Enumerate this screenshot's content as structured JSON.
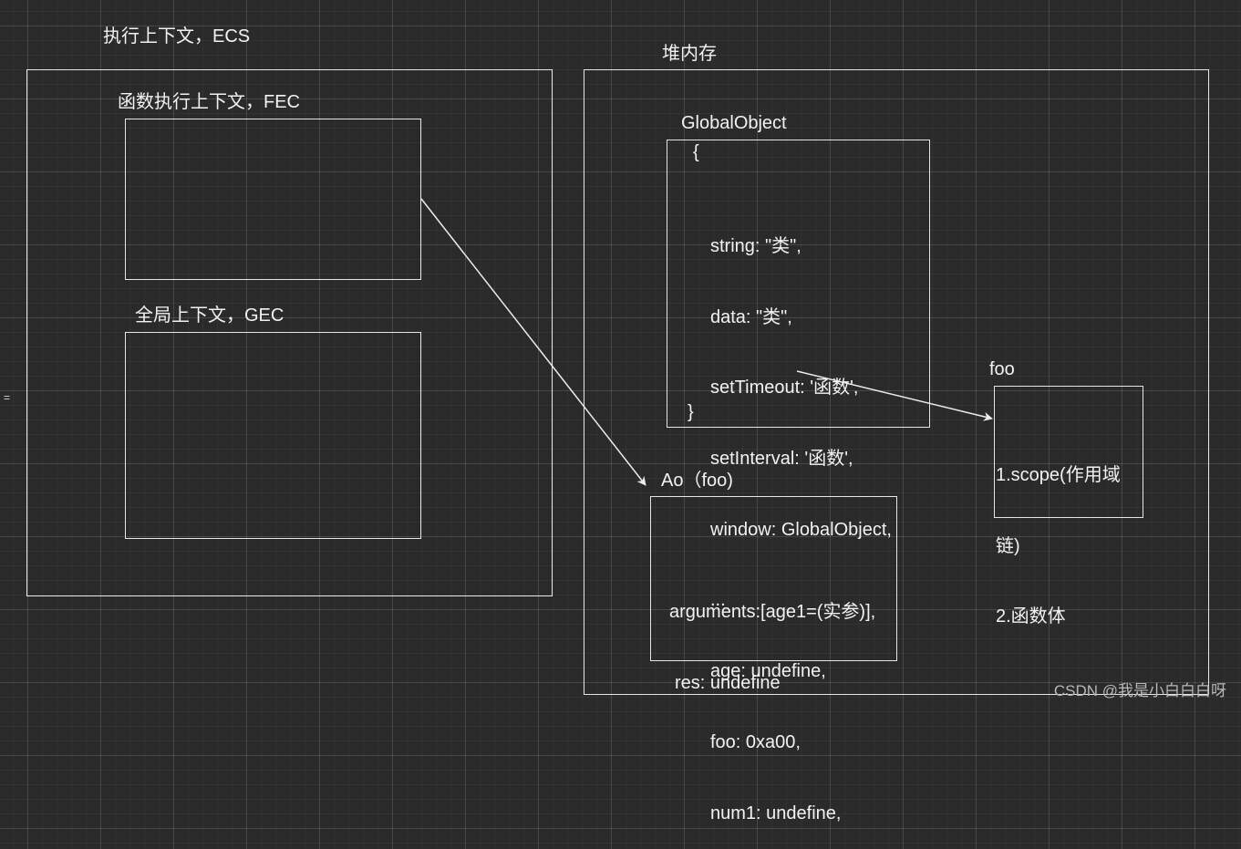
{
  "diagram": {
    "ecs": {
      "title": "执行上下文，ECS"
    },
    "fec": {
      "title": "函数执行上下文，FEC"
    },
    "gec": {
      "title": "全局上下文，GEC"
    },
    "heap": {
      "title": "堆内存"
    },
    "global_object": {
      "title": "GlobalObject",
      "open_brace": "{",
      "lines": [
        "string: \"类\",",
        "data: \"类\",",
        "setTimeout: '函数',",
        "setInterval: '函数',",
        "window: GlobalObject,",
        "...",
        "age: undefine,",
        "foo: 0xa00,",
        "num1: undefine,"
      ],
      "close_brace": "}"
    },
    "foo_object": {
      "title": "foo",
      "lines": [
        "1.scope(作用域",
        "链)",
        "2.函数体"
      ]
    },
    "activation_object": {
      "title": "Ao（foo)",
      "lines": [
        "arguments:[age1=(实参)],",
        "res: undefine"
      ]
    }
  },
  "edge_handle": "=",
  "watermark": "CSDN @我是小白白白呀"
}
